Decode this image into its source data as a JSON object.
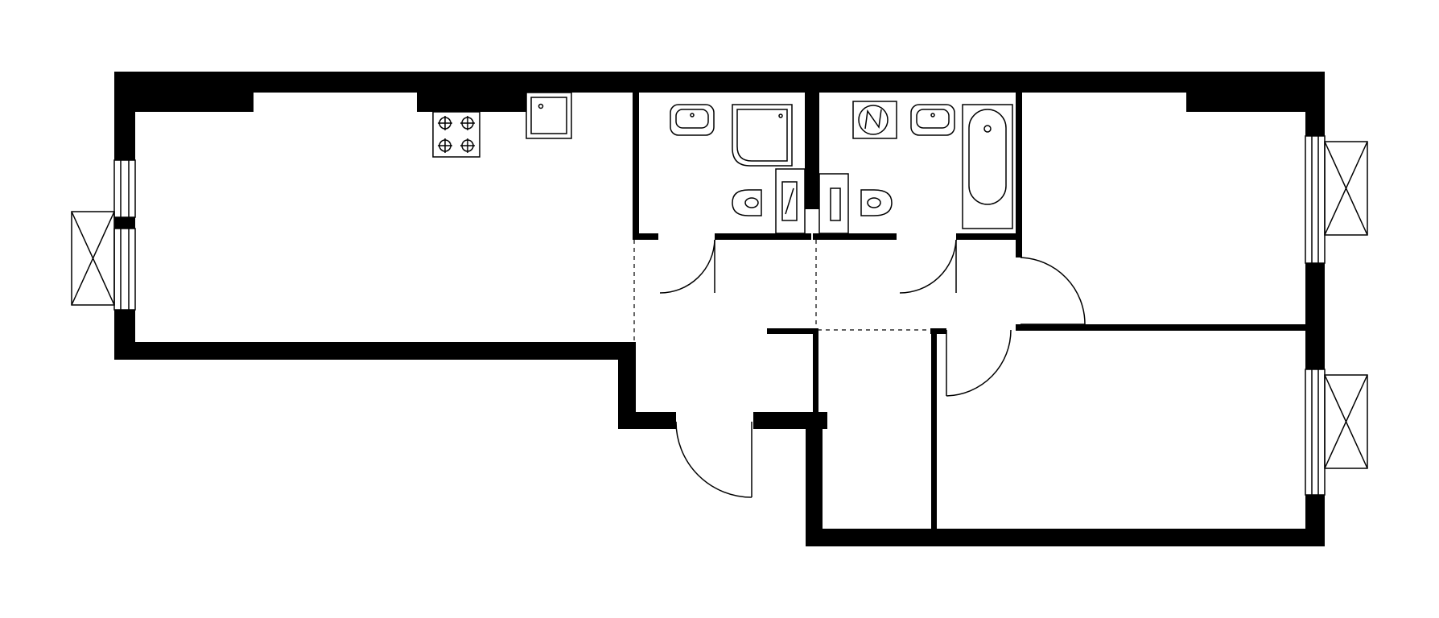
{
  "colors": {
    "wall": "#000000",
    "line": "#000000",
    "background": "#ffffff"
  },
  "plan": {
    "rooms": [
      "kitchen-living",
      "bathroom-1",
      "bathroom-2",
      "hall",
      "bedroom-1",
      "bedroom-2",
      "storage"
    ],
    "fixtures": [
      "stove-icon",
      "kitchen-sink-icon",
      "washbasin-icon",
      "shower-tray-icon",
      "toilet-icon",
      "bathtub-icon",
      "electrical-panel-icon",
      "window-icon",
      "balcony-icon",
      "door-icon"
    ]
  }
}
